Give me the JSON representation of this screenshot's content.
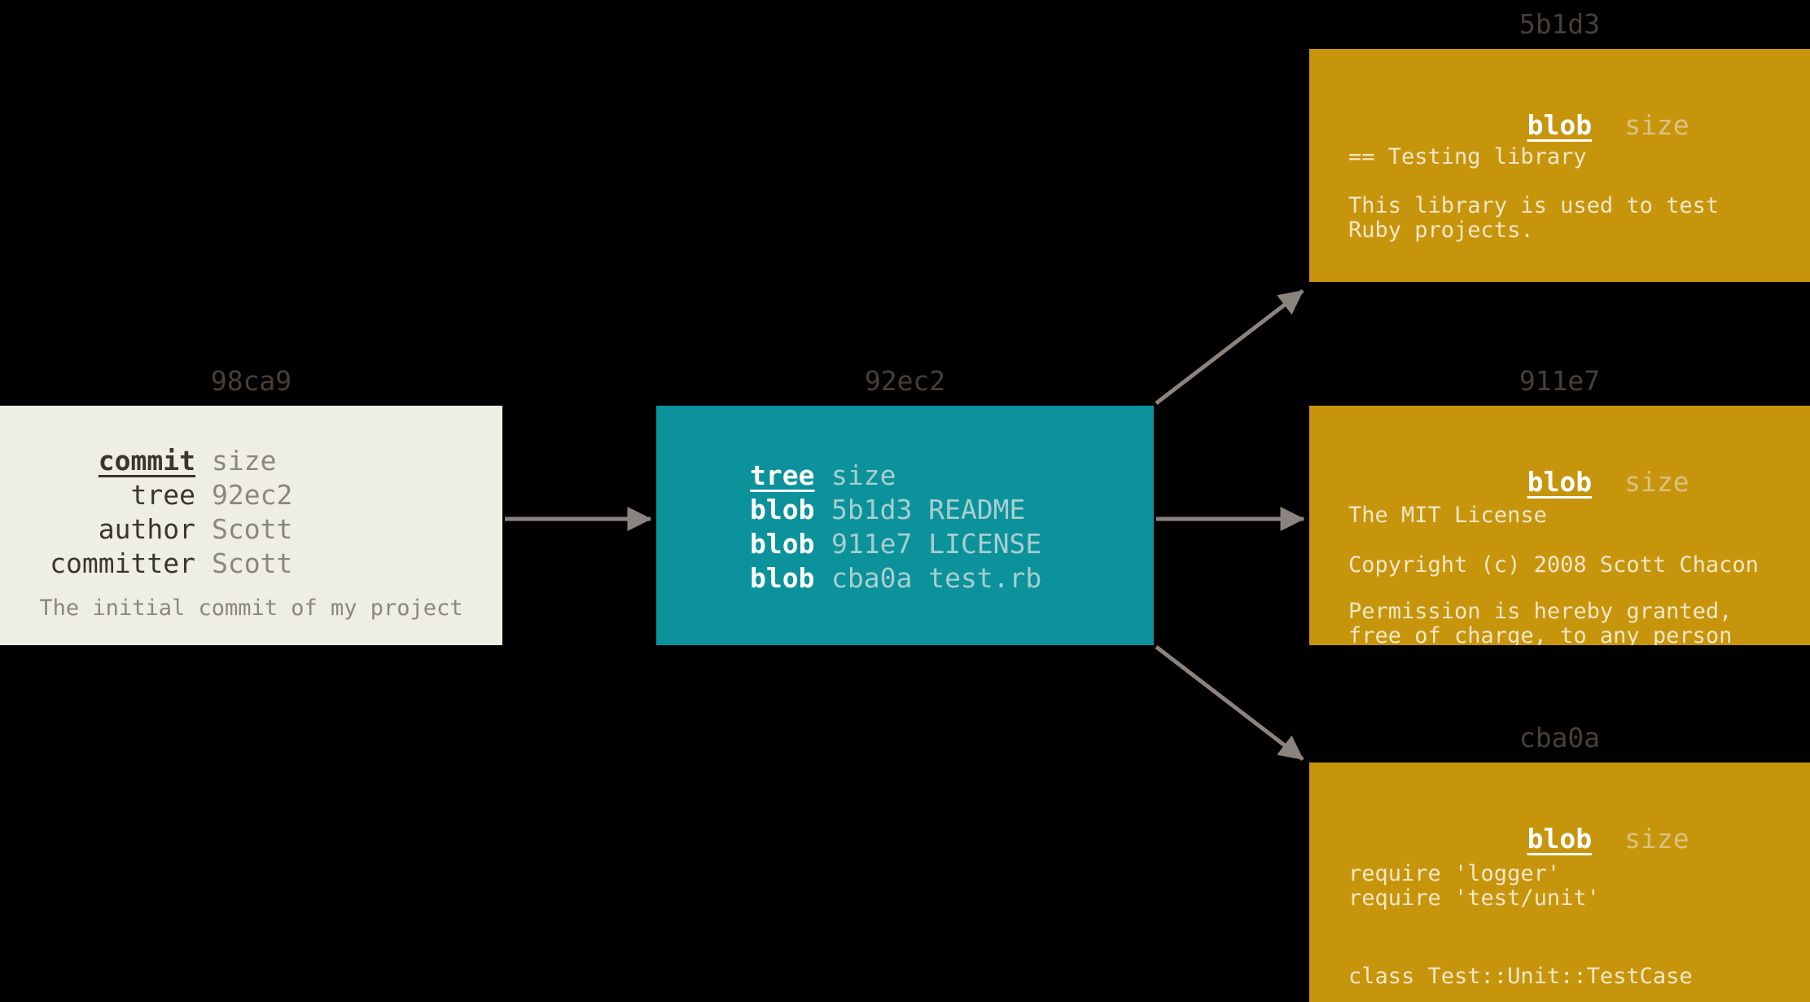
{
  "colors": {
    "background": "#000000",
    "commit_box_bg": "#EFEEE6",
    "commit_key_text": "#3B352F",
    "commit_value_text": "#8B867E",
    "tree_box_bg": "#0B929A",
    "tree_value_text": "#A9CED1",
    "white_text": "#FFFFFF",
    "blob_box_bg": "#C7950B",
    "blob_size_text": "#DCC183",
    "blob_body_text": "#F2E7C9",
    "hash_label_text": "#483F37",
    "arrow": "#8B837E"
  },
  "commit": {
    "hash": "98ca9",
    "rows": [
      {
        "k": "commit",
        "v": "size"
      },
      {
        "k": "tree",
        "v": "92ec2"
      },
      {
        "k": "author",
        "v": "Scott"
      },
      {
        "k": "committer",
        "v": "Scott"
      }
    ],
    "message": "The initial commit of my project"
  },
  "tree": {
    "hash": "92ec2",
    "rows": [
      {
        "k": "tree",
        "v": "size"
      },
      {
        "k": "blob",
        "v": "5b1d3 README"
      },
      {
        "k": "blob",
        "v": "911e7 LICENSE"
      },
      {
        "k": "blob",
        "v": "cba0a test.rb"
      }
    ]
  },
  "blobs": [
    {
      "hash": "5b1d3",
      "header": {
        "k": "blob",
        "v": "size"
      },
      "lines": [
        "== Testing library",
        "This library is used to test",
        "Ruby projects."
      ]
    },
    {
      "hash": "911e7",
      "header": {
        "k": "blob",
        "v": "size"
      },
      "lines": [
        "The MIT License",
        "Copyright (c) 2008 Scott Chacon",
        "Permission is hereby granted,",
        "free of charge, to any person"
      ]
    },
    {
      "hash": "cba0a",
      "header": {
        "k": "blob",
        "v": "size"
      },
      "lines": [
        "require 'logger'",
        "require 'test/unit'",
        "class Test::Unit::TestCase"
      ]
    }
  ]
}
